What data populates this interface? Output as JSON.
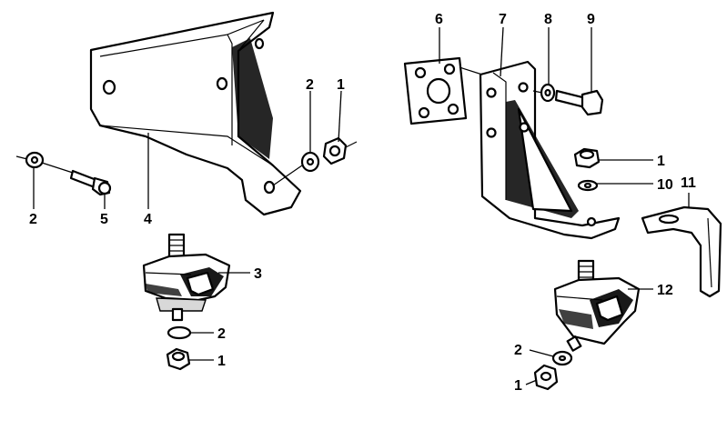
{
  "callouts": [
    {
      "id": "c1a",
      "text": "1"
    },
    {
      "id": "c2a",
      "text": "2"
    },
    {
      "id": "c2b",
      "text": "2"
    },
    {
      "id": "c5",
      "text": "5"
    },
    {
      "id": "c4",
      "text": "4"
    },
    {
      "id": "c3",
      "text": "3"
    },
    {
      "id": "c2c",
      "text": "2"
    },
    {
      "id": "c1b",
      "text": "1"
    },
    {
      "id": "c6",
      "text": "6"
    },
    {
      "id": "c7",
      "text": "7"
    },
    {
      "id": "c8",
      "text": "8"
    },
    {
      "id": "c9",
      "text": "9"
    },
    {
      "id": "c1c",
      "text": "1"
    },
    {
      "id": "c10",
      "text": "10"
    },
    {
      "id": "c11",
      "text": "11"
    },
    {
      "id": "c12",
      "text": "12"
    },
    {
      "id": "c2d",
      "text": "2"
    },
    {
      "id": "c1d",
      "text": "1"
    }
  ]
}
